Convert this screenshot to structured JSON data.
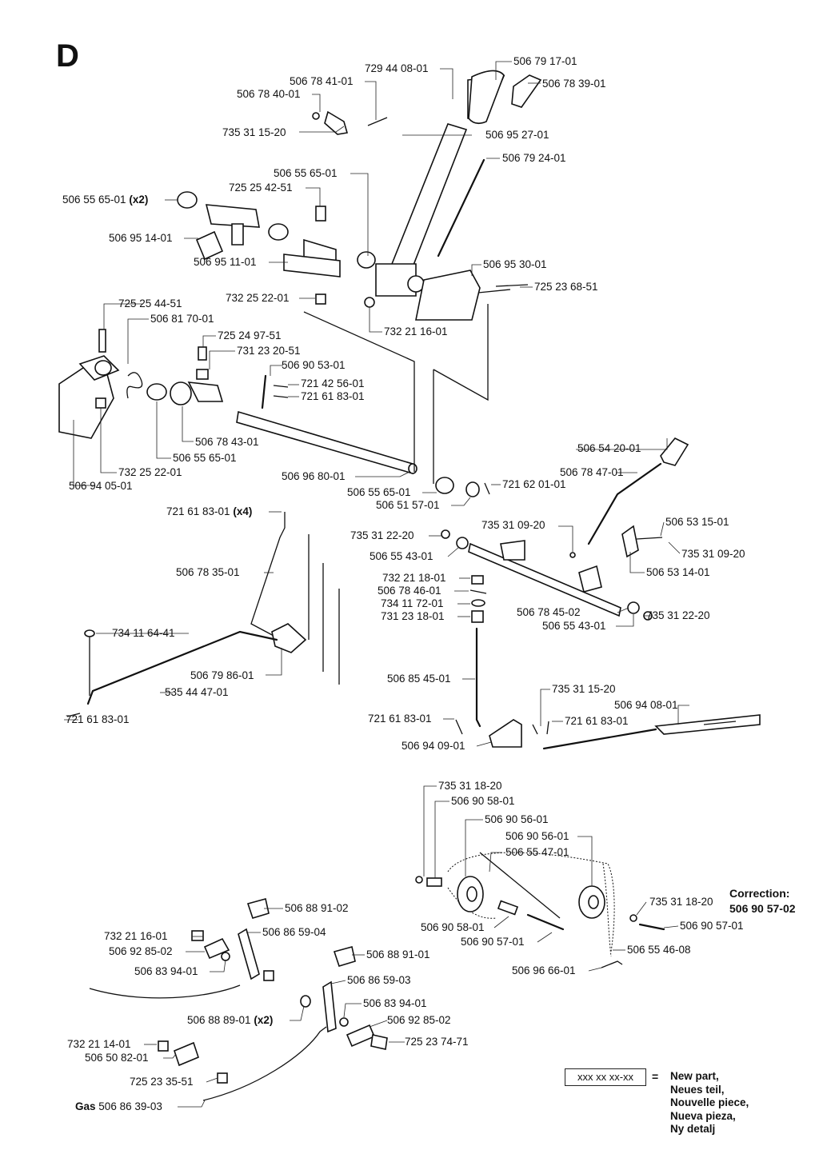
{
  "section": "D",
  "labels": [
    {
      "id": "l1",
      "text": "729 44 08-01"
    },
    {
      "id": "l2",
      "text": "506 79 17-01"
    },
    {
      "id": "l3",
      "text": "506 78 41-01"
    },
    {
      "id": "l4",
      "text": "506 78 40-01"
    },
    {
      "id": "l5",
      "text": "506 78 39-01"
    },
    {
      "id": "l6",
      "text": "735 31 15-20"
    },
    {
      "id": "l7",
      "text": "506 95 27-01"
    },
    {
      "id": "l8",
      "text": "506 79 24-01"
    },
    {
      "id": "l9",
      "text": "506 55 65-01"
    },
    {
      "id": "l10",
      "text": "725 25 42-51"
    },
    {
      "id": "l11",
      "text": "506 55 65-01",
      "suffix": "(x2)"
    },
    {
      "id": "l12",
      "text": "506 95 14-01"
    },
    {
      "id": "l13",
      "text": "506 95 11-01"
    },
    {
      "id": "l14",
      "text": "506 95 30-01"
    },
    {
      "id": "l15",
      "text": "725 23 68-51"
    },
    {
      "id": "l16",
      "text": "732 25 22-01"
    },
    {
      "id": "l17",
      "text": "732 21 16-01"
    },
    {
      "id": "l18",
      "text": "725 25 44-51"
    },
    {
      "id": "l19",
      "text": "506 81 70-01"
    },
    {
      "id": "l20",
      "text": "725 24 97-51"
    },
    {
      "id": "l21",
      "text": "731 23 20-51"
    },
    {
      "id": "l22",
      "text": "506 90 53-01"
    },
    {
      "id": "l23",
      "text": "721 42 56-01"
    },
    {
      "id": "l24",
      "text": "721 61 83-01"
    },
    {
      "id": "l25",
      "text": "506 78 43-01"
    },
    {
      "id": "l26",
      "text": "506 55 65-01"
    },
    {
      "id": "l27",
      "text": "732 25 22-01"
    },
    {
      "id": "l28",
      "text": "506 96 80-01"
    },
    {
      "id": "l29",
      "text": "506 94 05-01"
    },
    {
      "id": "l30",
      "text": "506 54 20-01"
    },
    {
      "id": "l31",
      "text": "506 78 47-01"
    },
    {
      "id": "l32",
      "text": "506 55 65-01"
    },
    {
      "id": "l33",
      "text": "721 62 01-01"
    },
    {
      "id": "l34",
      "text": "506 51 57-01"
    },
    {
      "id": "l35",
      "text": "721 61 83-01",
      "suffix": "(x4)"
    },
    {
      "id": "l36",
      "text": "735 31 22-20"
    },
    {
      "id": "l37",
      "text": "735 31 09-20"
    },
    {
      "id": "l38",
      "text": "506 53 15-01"
    },
    {
      "id": "l39",
      "text": "506 55 43-01"
    },
    {
      "id": "l40",
      "text": "735 31 09-20"
    },
    {
      "id": "l41",
      "text": "506 78 35-01"
    },
    {
      "id": "l42",
      "text": "506 53 14-01"
    },
    {
      "id": "l43",
      "text": "732 21 18-01"
    },
    {
      "id": "l44",
      "text": "506 78 46-01"
    },
    {
      "id": "l45",
      "text": "734 11 72-01"
    },
    {
      "id": "l46",
      "text": "731 23 18-01"
    },
    {
      "id": "l47",
      "text": "506 78 45-02"
    },
    {
      "id": "l48",
      "text": "735 31 22-20"
    },
    {
      "id": "l49",
      "text": "734 11 64-41"
    },
    {
      "id": "l50",
      "text": "506 55 43-01"
    },
    {
      "id": "l51",
      "text": "506 79 86-01"
    },
    {
      "id": "l52",
      "text": "506 85 45-01"
    },
    {
      "id": "l53",
      "text": "535 44 47-01"
    },
    {
      "id": "l54",
      "text": "735 31 15-20"
    },
    {
      "id": "l55",
      "text": "506 94 08-01"
    },
    {
      "id": "l56",
      "text": "721 61 83-01"
    },
    {
      "id": "l57",
      "text": "721 61 83-01"
    },
    {
      "id": "l58",
      "text": "721 61 83-01"
    },
    {
      "id": "l59",
      "text": "506 94 09-01"
    },
    {
      "id": "l60",
      "text": "735 31 18-20"
    },
    {
      "id": "l61",
      "text": "506 90 58-01"
    },
    {
      "id": "l62",
      "text": "506 90 56-01"
    },
    {
      "id": "l63",
      "text": "506 90 56-01"
    },
    {
      "id": "l64",
      "text": "506 55 47-01"
    },
    {
      "id": "l65",
      "text": "735 31 18-20"
    },
    {
      "id": "l66",
      "text": "506 88 91-02"
    },
    {
      "id": "l67",
      "text": "506 90 57-01"
    },
    {
      "id": "l68",
      "text": "732 21 16-01"
    },
    {
      "id": "l69",
      "text": "506 86 59-04"
    },
    {
      "id": "l70",
      "text": "506 90 58-01"
    },
    {
      "id": "l71",
      "text": "506 90 57-01"
    },
    {
      "id": "l72",
      "text": "506 92 85-02"
    },
    {
      "id": "l73",
      "text": "506 55 46-08"
    },
    {
      "id": "l74",
      "text": "506 88 91-01"
    },
    {
      "id": "l75",
      "text": "506 83 94-01"
    },
    {
      "id": "l76",
      "text": "506 96 66-01"
    },
    {
      "id": "l77",
      "text": "506 86 59-03"
    },
    {
      "id": "l78",
      "text": "506 83 94-01"
    },
    {
      "id": "l79",
      "text": "506 88 89-01",
      "suffix": "(x2)"
    },
    {
      "id": "l80",
      "text": "506 92 85-02"
    },
    {
      "id": "l81",
      "text": "732 21 14-01"
    },
    {
      "id": "l82",
      "text": "725 23 74-71"
    },
    {
      "id": "l83",
      "text": "506 50 82-01"
    },
    {
      "id": "l84",
      "text": "725 23 35-51"
    },
    {
      "id": "l85",
      "text": "506 86 39-03",
      "prefix": "Gas"
    }
  ],
  "correction": {
    "title": "Correction:",
    "part": "506 90 57-02"
  },
  "legend": {
    "box": "xxx xx xx-xx",
    "equals": "=",
    "lines": [
      "New part,",
      "Neues teil,",
      "Nouvelle piece,",
      "Nueva pieza,",
      "Ny detalj"
    ]
  }
}
